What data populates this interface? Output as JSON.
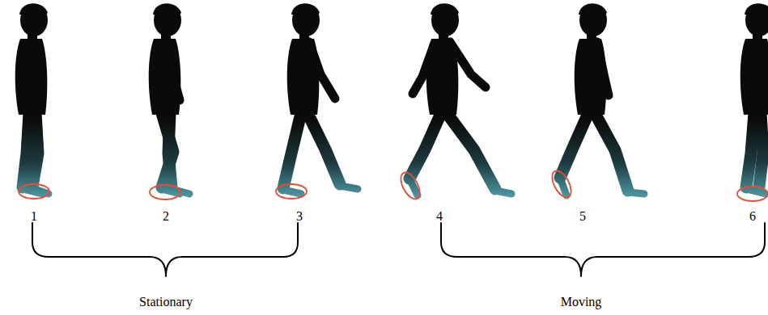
{
  "diagram": {
    "labels": [
      "1",
      "2",
      "3",
      "4",
      "5",
      "6",
      "Stationary",
      "Moving"
    ]
  }
}
